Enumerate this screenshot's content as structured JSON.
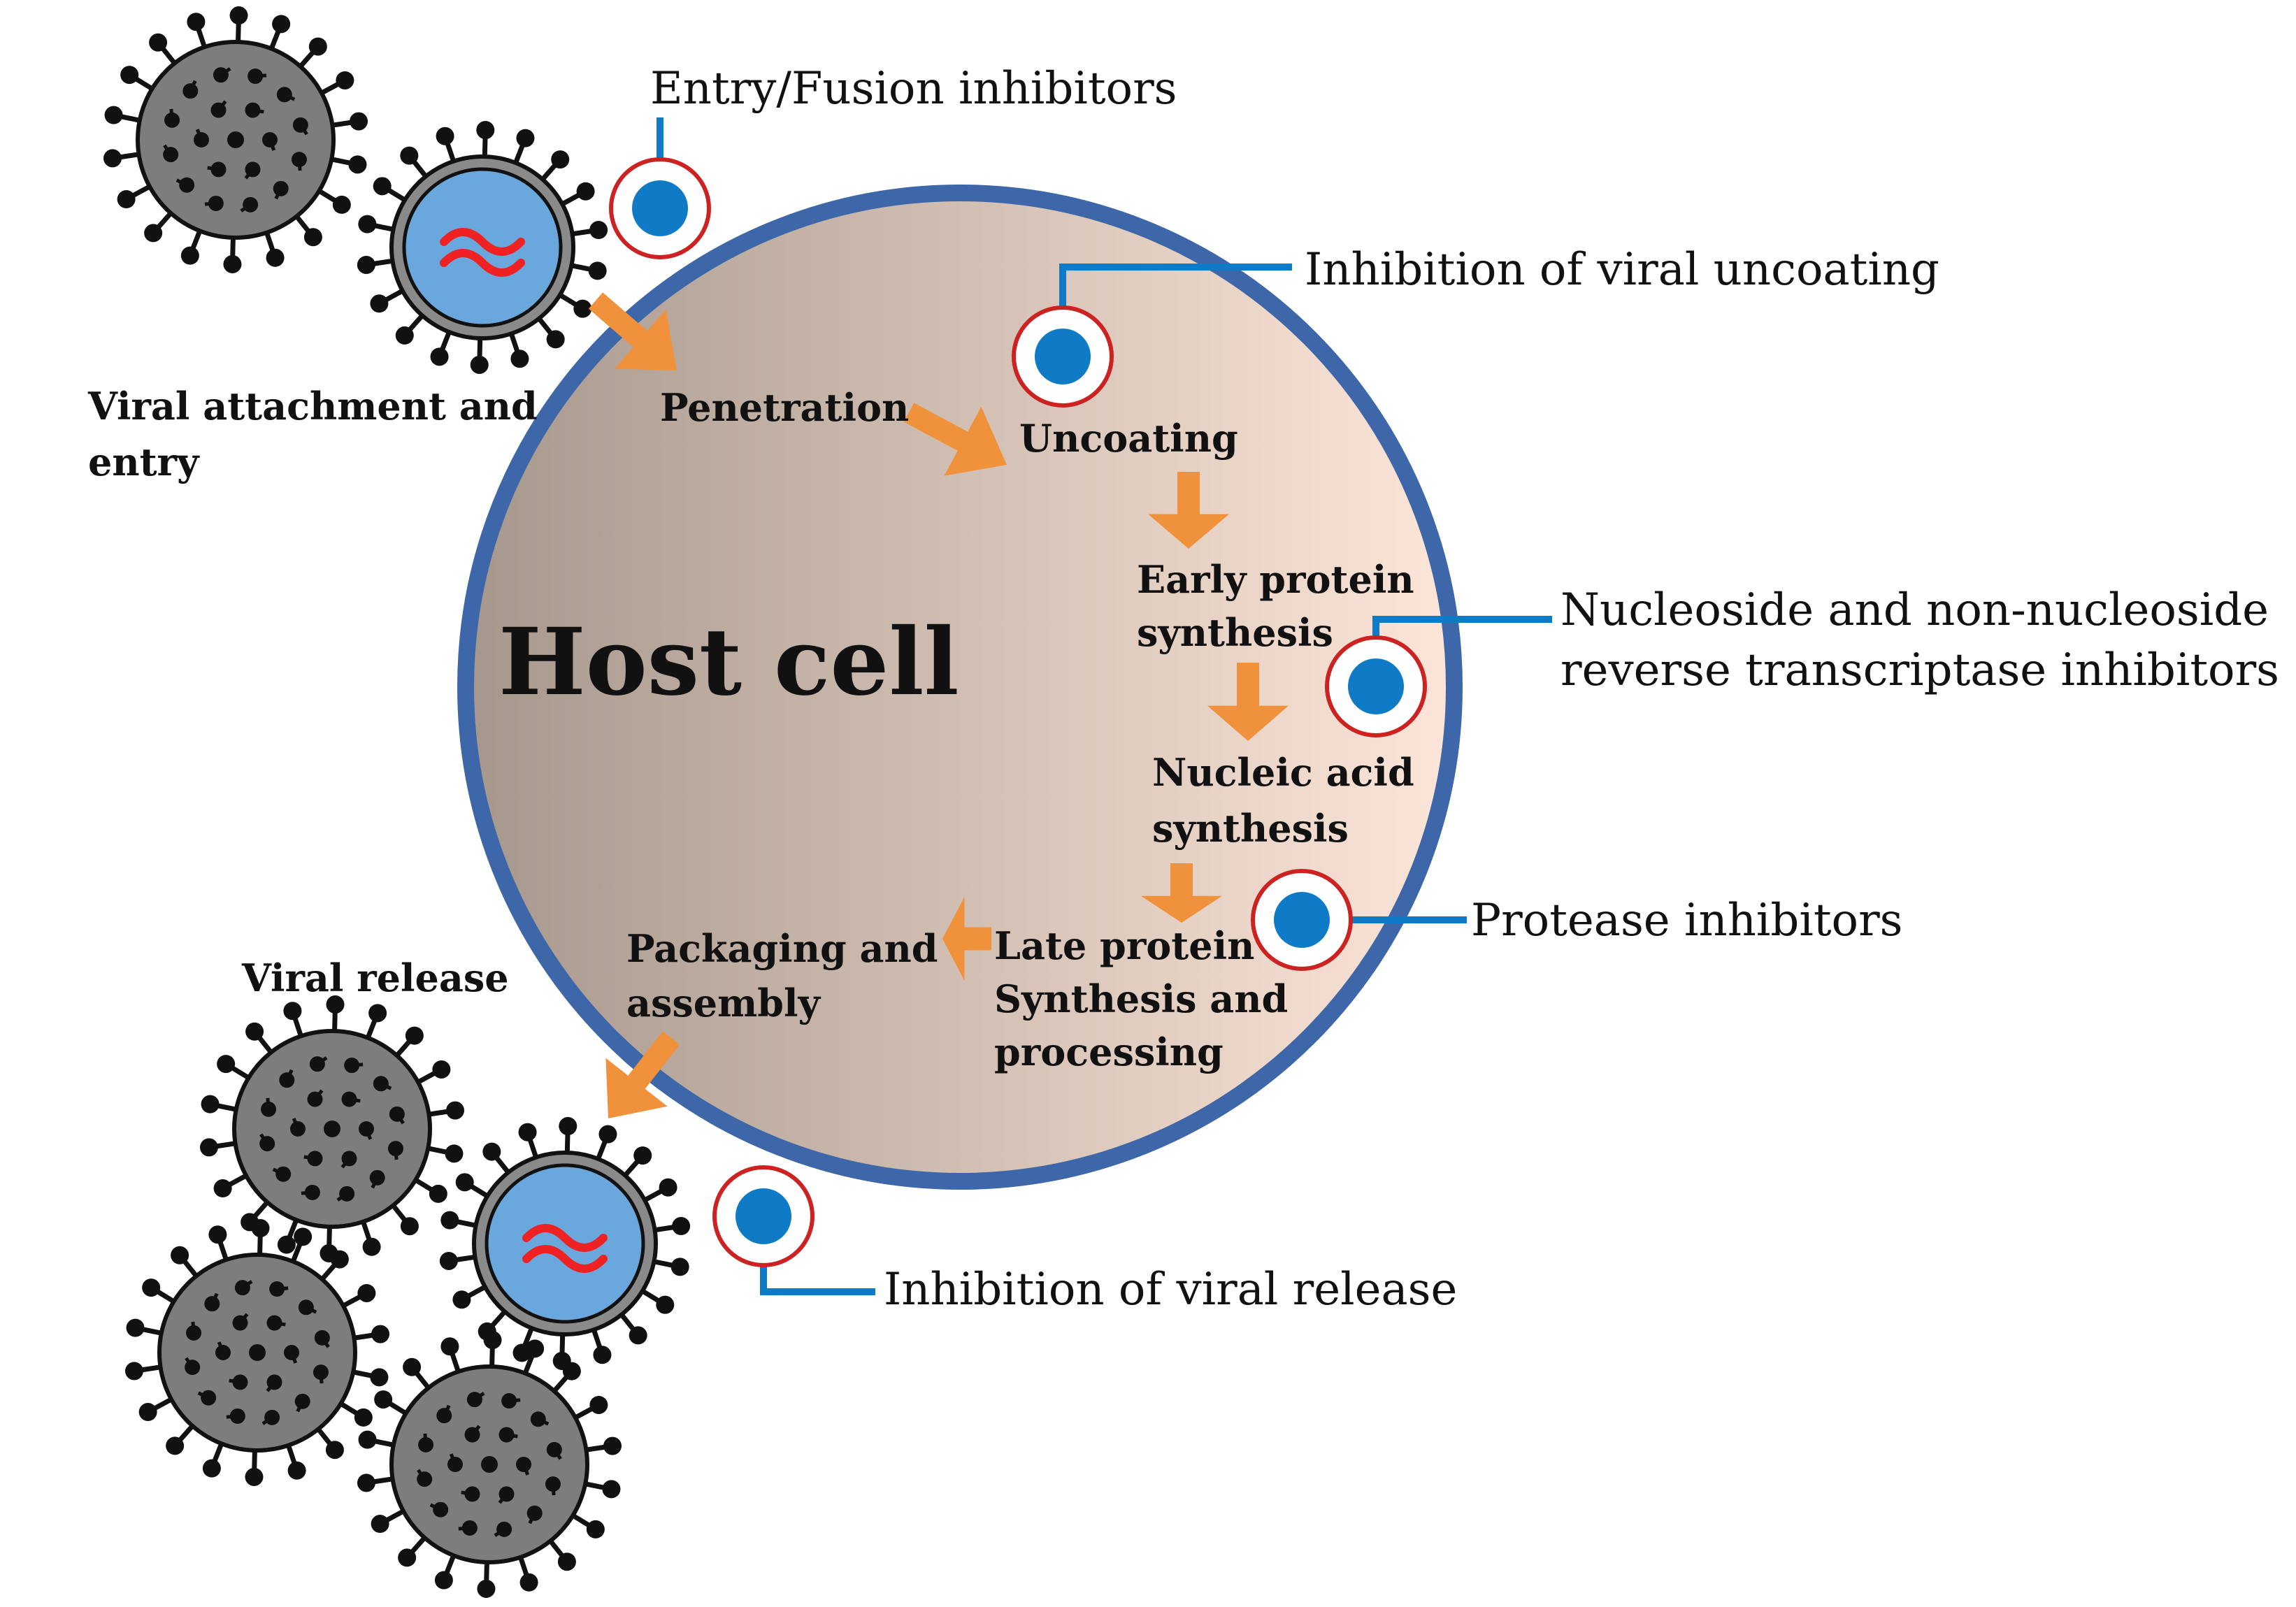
{
  "host_cell": {
    "label": "Host cell"
  },
  "stages": {
    "attachment": [
      "Viral attachment and",
      "entry"
    ],
    "penetration": "Penetration",
    "uncoating": "Uncoating",
    "early_protein": [
      "Early protein",
      "synthesis"
    ],
    "nucleic_acid": [
      "Nucleic acid",
      "synthesis"
    ],
    "late_protein": [
      "Late protein",
      "Synthesis and",
      "processing"
    ],
    "packaging": [
      "Packaging and",
      "assembly"
    ],
    "release": "Viral release"
  },
  "inhibitors": {
    "entry_fusion": "Entry/Fusion inhibitors",
    "uncoating": "Inhibition of viral uncoating",
    "rt": [
      "Nucleoside and non-nucleoside",
      "reverse transcriptase inhibitors"
    ],
    "protease": "Protease inhibitors",
    "release": "Inhibition of viral release"
  },
  "colors": {
    "cell_border": "#3d67a8",
    "cell_fill_dark": "#a6978c",
    "cell_fill_light": "#fde6d9",
    "arrow": "#f0913b",
    "inhibitor_dot": "#0f7bc6",
    "inhibitor_ring": "#cc2222",
    "virus_body": "#7d7d7d",
    "virion_core": "#6aa7dc",
    "rna": "#ee2222"
  }
}
